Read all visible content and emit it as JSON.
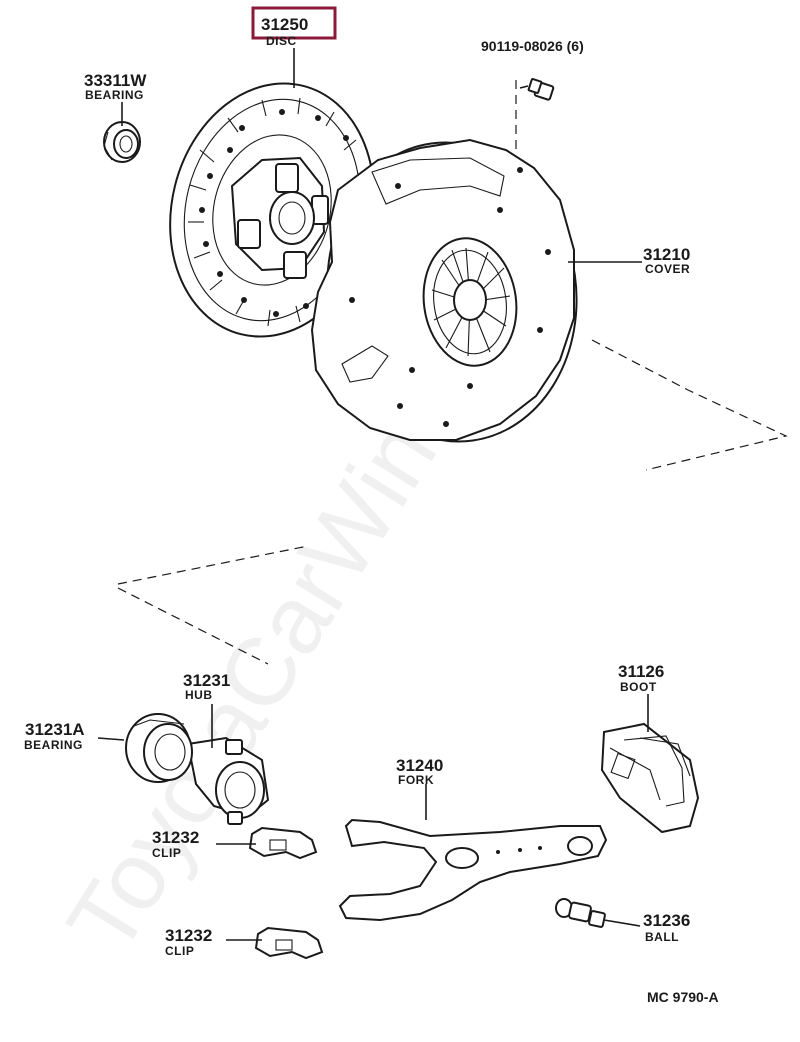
{
  "parts": {
    "disc": {
      "number": "31250",
      "name": "DISC"
    },
    "bearing_33311w": {
      "number": "33311W",
      "name": "BEARING"
    },
    "bolt": {
      "number": "90119-08026 (6)"
    },
    "cover": {
      "number": "31210",
      "name": "COVER"
    },
    "hub": {
      "number": "31231",
      "name": "HUB"
    },
    "bearing_31231a": {
      "number": "31231A",
      "name": "BEARING"
    },
    "fork": {
      "number": "31240",
      "name": "FORK"
    },
    "boot": {
      "number": "31126",
      "name": "BOOT"
    },
    "clip_upper": {
      "number": "31232",
      "name": "CLIP"
    },
    "clip_lower": {
      "number": "31232",
      "name": "CLIP"
    },
    "ball": {
      "number": "31236",
      "name": "BALL"
    }
  },
  "diagram_code": "MC 9790-A",
  "watermark": "ToyotaCarWine.ru",
  "highlight_color": "#8b1a3a"
}
